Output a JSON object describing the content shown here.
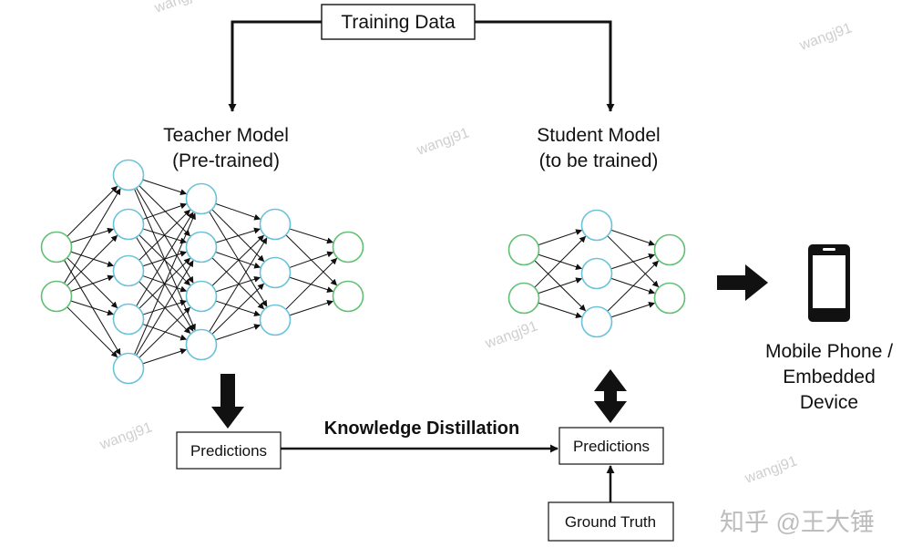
{
  "diagram": {
    "training_data": "Training Data",
    "teacher": {
      "title": "Teacher Model",
      "subtitle": "(Pre-trained)"
    },
    "student": {
      "title": "Student Model",
      "subtitle": "(to be trained)"
    },
    "teacher_predictions": "Predictions",
    "student_predictions": "Predictions",
    "knowledge_distillation": "Knowledge Distillation",
    "ground_truth": "Ground Truth",
    "device": {
      "line1": "Mobile Phone /",
      "line2": "Embedded",
      "line3": "Device"
    },
    "device_icon": "mobile-phone-icon"
  },
  "watermarks": {
    "handle": "wangj91",
    "source": "知乎 @王大锤"
  },
  "colors": {
    "input_output_node": "#5fbf72",
    "hidden_node": "#69c2d9",
    "line": "#111111"
  }
}
